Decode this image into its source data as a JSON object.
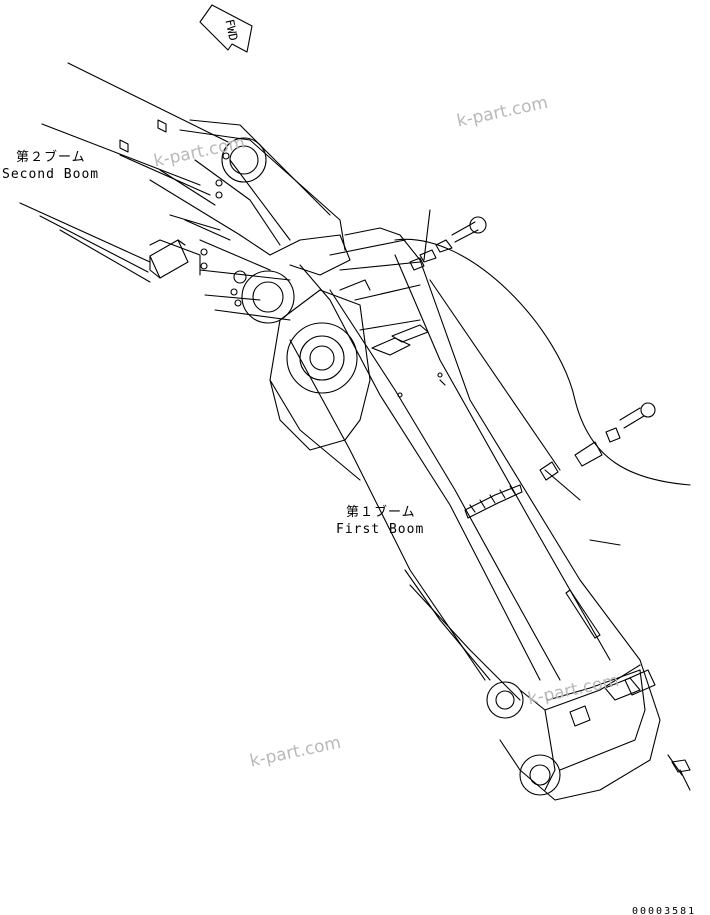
{
  "labels": {
    "second_boom_jp": "第２ブーム",
    "second_boom_en": "Second Boom",
    "first_boom_jp": "第１ブーム",
    "first_boom_en": "First Boom",
    "fwd": "FWD"
  },
  "watermark": "k-part.com",
  "drawing_number": "00003581",
  "colors": {
    "line": "#000000",
    "watermark": "#b8b8b8",
    "background": "#ffffff"
  }
}
